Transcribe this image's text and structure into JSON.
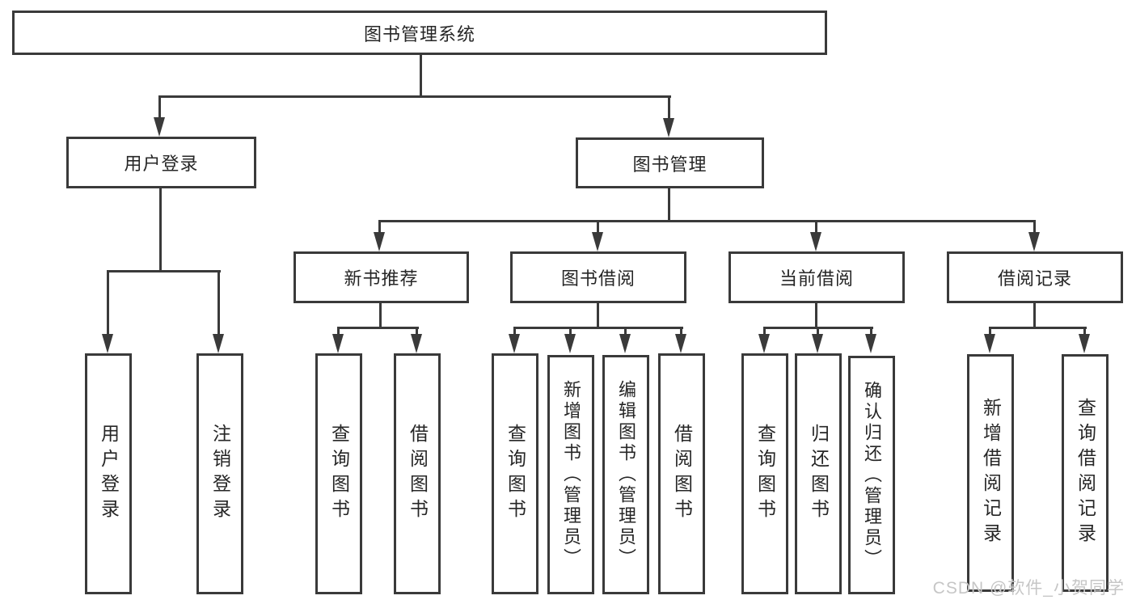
{
  "tree": {
    "label": "图书管理系统",
    "children": [
      {
        "label": "用户登录",
        "children": [
          {
            "label": "用户登录"
          },
          {
            "label": "注销登录"
          }
        ]
      },
      {
        "label": "图书管理",
        "children": [
          {
            "label": "新书推荐",
            "children": [
              {
                "label": "查询图书"
              },
              {
                "label": "借阅图书"
              }
            ]
          },
          {
            "label": "图书借阅",
            "children": [
              {
                "label": "查询图书"
              },
              {
                "label": "新增图书（管理员）"
              },
              {
                "label": "编辑图书（管理员）"
              },
              {
                "label": "借阅图书"
              }
            ]
          },
          {
            "label": "当前借阅",
            "children": [
              {
                "label": "查询图书"
              },
              {
                "label": "归还图书"
              },
              {
                "label": "确认归还（管理员）"
              }
            ]
          },
          {
            "label": "借阅记录",
            "children": [
              {
                "label": "新增借阅记录"
              },
              {
                "label": "查询借阅记录"
              }
            ]
          }
        ]
      }
    ]
  },
  "watermark": "CSDN @软件_小贺同学",
  "colors": {
    "line": "#3a3a3a",
    "text": "#262626",
    "watermark": "#c6c6c6",
    "background": "#ffffff"
  }
}
